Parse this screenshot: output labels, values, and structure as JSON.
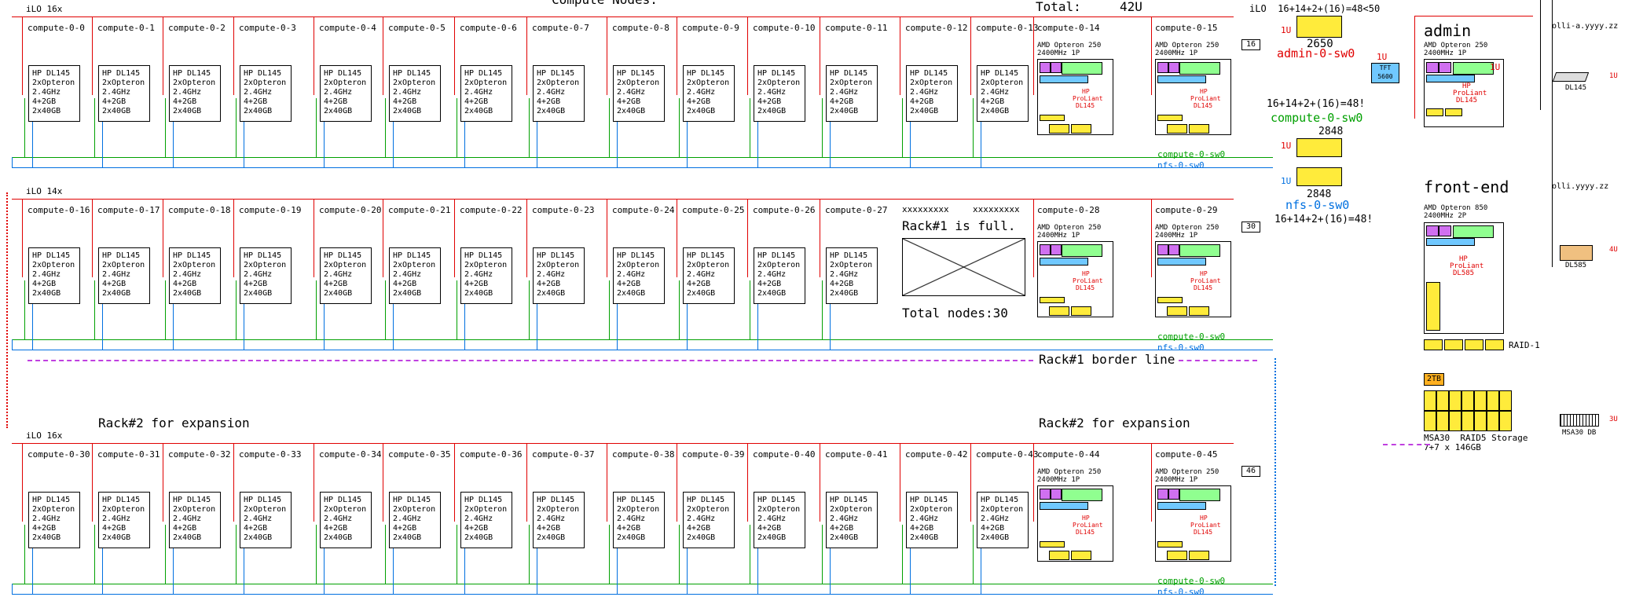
{
  "title": "Compute Nodes:",
  "total_label": "Total:",
  "total_value": "42U",
  "ilo_header": "iLO  16+14+2+(16)=48<50",
  "rows": [
    {
      "ilo": "iLO 16x",
      "nodes": [
        "compute-0-0",
        "compute-0-1",
        "compute-0-2",
        "compute-0-3",
        "compute-0-4",
        "compute-0-5",
        "compute-0-6",
        "compute-0-7",
        "compute-0-8",
        "compute-0-9",
        "compute-0-10",
        "compute-0-11",
        "compute-0-12",
        "compute-0-13"
      ],
      "servers": [
        "compute-0-14",
        "compute-0-15"
      ],
      "badge": "16",
      "sw_green": "compute-0-sw0",
      "sw_blue": "nfs-0-sw0"
    },
    {
      "ilo": "iLO 14x",
      "nodes": [
        "compute-0-16",
        "compute-0-17",
        "compute-0-18",
        "compute-0-19",
        "compute-0-20",
        "compute-0-21",
        "compute-0-22",
        "compute-0-23",
        "compute-0-24",
        "compute-0-25",
        "compute-0-26",
        "compute-0-27"
      ],
      "servers": [
        "compute-0-28",
        "compute-0-29"
      ],
      "badge": "30",
      "sw_green": "compute-0-sw0",
      "sw_blue": "nfs-0-sw0",
      "placeholders": [
        "xxxxxxxxx",
        "xxxxxxxxx"
      ],
      "full_text": "Rack#1 is full.",
      "total_nodes": "Total nodes:30"
    },
    {
      "ilo": "iLO 16x",
      "nodes": [
        "compute-0-30",
        "compute-0-31",
        "compute-0-32",
        "compute-0-33",
        "compute-0-34",
        "compute-0-35",
        "compute-0-36",
        "compute-0-37",
        "compute-0-38",
        "compute-0-39",
        "compute-0-40",
        "compute-0-41",
        "compute-0-42",
        "compute-0-43"
      ],
      "servers": [
        "compute-0-44",
        "compute-0-45"
      ],
      "badge": "46",
      "sw_green": "compute-0-sw0",
      "sw_blue": "nfs-0-sw0",
      "expansion_left": "Rack#2 for expansion",
      "expansion_right": "Rack#2 for expansion"
    }
  ],
  "node_spec": [
    "HP DL145",
    "2xOpteron",
    "2.4GHz",
    "4+2GB",
    "2x40GB"
  ],
  "server_spec": [
    "AMD Opteron 250",
    "2400MHz 1P"
  ],
  "server_label": [
    "HP",
    "ProLiant",
    "DL145"
  ],
  "rack_border": "Rack#1 border line",
  "admin": {
    "title": "admin",
    "spec": [
      "AMD Opteron 250",
      "2400MHz 1P"
    ],
    "label": [
      "HP",
      "ProLiant",
      "DL145"
    ],
    "switch": "admin-0-sw0",
    "switch_model": "2650",
    "hostname": "olli-a.yyyy.zz",
    "model": "DL145",
    "unit": "1U"
  },
  "switches": {
    "u1": "1U",
    "compute_formula": "16+14+2+(16)=48!",
    "compute_name": "compute-0-sw0",
    "compute_model": "2848",
    "nfs_model": "2848",
    "nfs_name": "nfs-0-sw0",
    "nfs_formula": "16+14+2+(16)=48!",
    "tft": "TFT\n5600",
    "tft_u": "1U"
  },
  "frontend": {
    "title": "front-end",
    "spec": [
      "AMD Opteron 850",
      "2400MHz 2P"
    ],
    "label": [
      "HP",
      "ProLiant",
      "DL585"
    ],
    "hostname": "olli.yyyy.zz",
    "model": "DL585",
    "unit": "4U"
  },
  "storage": {
    "raid1": "RAID-1",
    "capacity": "2TB",
    "title": "MSA30  RAID5 Storage",
    "subtitle": "7+7 x 146GB",
    "model": "MSA30 DB",
    "unit": "3U"
  }
}
